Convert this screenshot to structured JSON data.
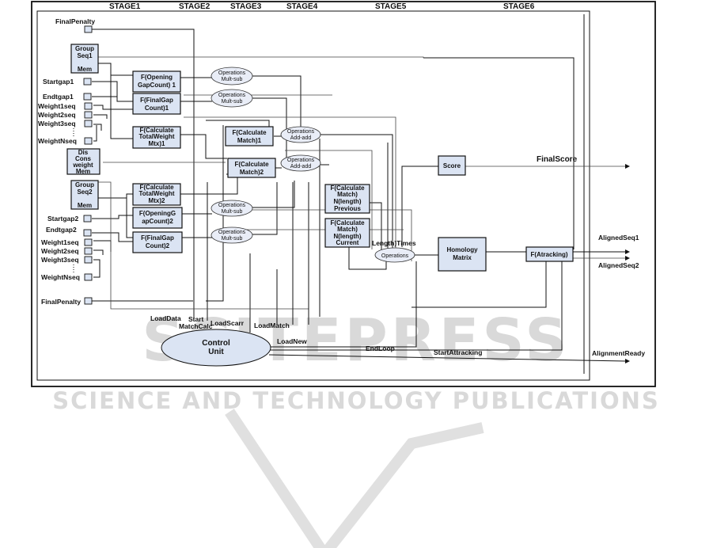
{
  "stages": [
    "STAGE1",
    "STAGE2",
    "STAGE3",
    "STAGE4",
    "STAGE5",
    "STAGE6"
  ],
  "inputs_top": [
    "FinalPenalty",
    "Startgap1",
    "Endtgap1",
    "Weight1seq",
    "Weight2seq",
    "Weight3seq",
    "WeightNseq"
  ],
  "inputs_bottom": [
    "Startgap2",
    "Endtgap2",
    "Weight1seq",
    "Weight2seq",
    "Weight3seq",
    "WeightNseq",
    "FinalPenalty"
  ],
  "mem_boxes": {
    "group1": [
      "Group",
      "Seq1",
      "",
      "Mem"
    ],
    "dis": [
      "Dis",
      "Cons",
      "weight",
      "Mem"
    ],
    "group2": [
      "Group",
      "Seq2",
      "",
      "Mem"
    ]
  },
  "func_boxes": {
    "opening1": [
      "F(Opening",
      "GapCount) 1"
    ],
    "finalgap1": [
      "F(FinalGap",
      "Count)1"
    ],
    "calcweight1": [
      "F(Calculate",
      "TotalWeight",
      "Mtx)1"
    ],
    "calcweight2": [
      "F(Calculate",
      "TotalWeight",
      "Mtx)2"
    ],
    "opening2": [
      "F(OpeningG",
      "apCount)2"
    ],
    "finalgap2": [
      "F(FinalGap",
      "Count)2"
    ],
    "match1": [
      "F(Calculate",
      "Match)1"
    ],
    "match2": [
      "F(Calculate",
      "Match)2"
    ],
    "prev": [
      "F(Calculate",
      "Match)",
      "N(length)",
      "Previous"
    ],
    "curr": [
      "F(Calculate",
      "Match)",
      "N(length)",
      "Current"
    ],
    "score": [
      "Score"
    ],
    "homology": [
      "Homology",
      "Matrix"
    ],
    "atracking": [
      "F(Atracking)"
    ]
  },
  "operations": {
    "ops1": [
      "Operations",
      "Mult-sub"
    ],
    "ops2": [
      "Operations",
      "Mult-sub"
    ],
    "ops3": [
      "Operations",
      "Add-add"
    ],
    "ops4": [
      "Operations",
      "Add-add"
    ],
    "ops5": [
      "Operations",
      "Mult-sub"
    ],
    "ops6": [
      "Operations",
      "Mult-sub"
    ],
    "ops7": [
      "Operations"
    ]
  },
  "control_unit": [
    "Control",
    "Unit"
  ],
  "signals": {
    "load_data": "LoadData",
    "start_match_calc": [
      "Start",
      "MatchCalc"
    ],
    "load_scarr": "LoadScarr",
    "load_match": "LoadMatch",
    "load_new": "LoadNew",
    "end_loop": "EndLoop",
    "start_attracking": "StartAttracking",
    "alignment_ready": "AlignmentReady",
    "length_times": "Length)Times"
  },
  "outputs": {
    "final_score": "FinalScore",
    "aligned_seq1": "AlignedSeq1",
    "aligned_seq2": "AlignedSeq2"
  },
  "watermark": [
    "SCITEPRESS",
    "SCIENCE AND TECHNOLOGY PUBLICATIONS"
  ]
}
